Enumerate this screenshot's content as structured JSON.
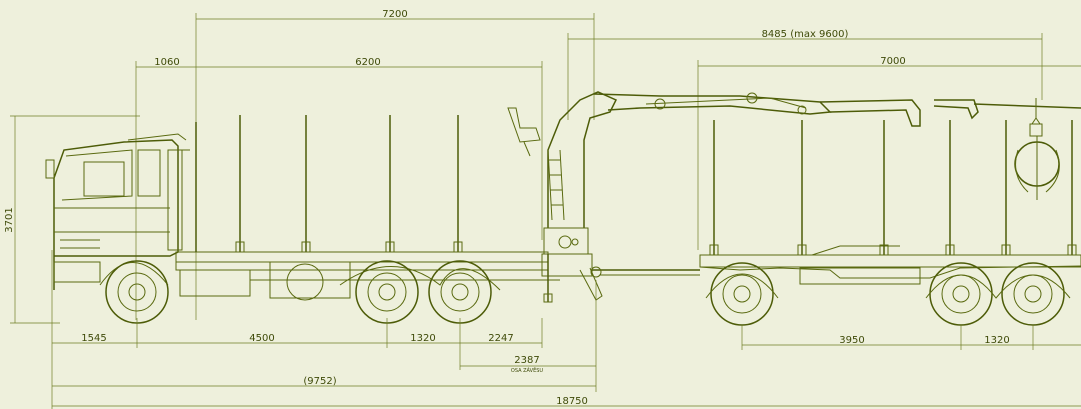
{
  "colors": {
    "background": "#eef0dc",
    "line": "#4d5c08",
    "text": "#3e4a08"
  },
  "dimensions": {
    "top_7200": "7200",
    "reach": "8485 (max 9600)",
    "rear_1060": "1060",
    "body_6200": "6200",
    "trailer_7000": "7000",
    "height_3701": "3701",
    "front_1545": "1545",
    "wheelbase_4500": "4500",
    "axle_1320": "1320",
    "rear_2247": "2247",
    "coupling_2387": "2387",
    "coupling_note": "OSA ZÁVĚSU",
    "truck_length": "(9752)",
    "trailer_3950": "3950",
    "trailer_axle_1320": "1320",
    "total_length": "18750"
  },
  "icons": [
    "truck-cab-icon",
    "crane-icon",
    "grapple-icon",
    "wheel-icon"
  ]
}
